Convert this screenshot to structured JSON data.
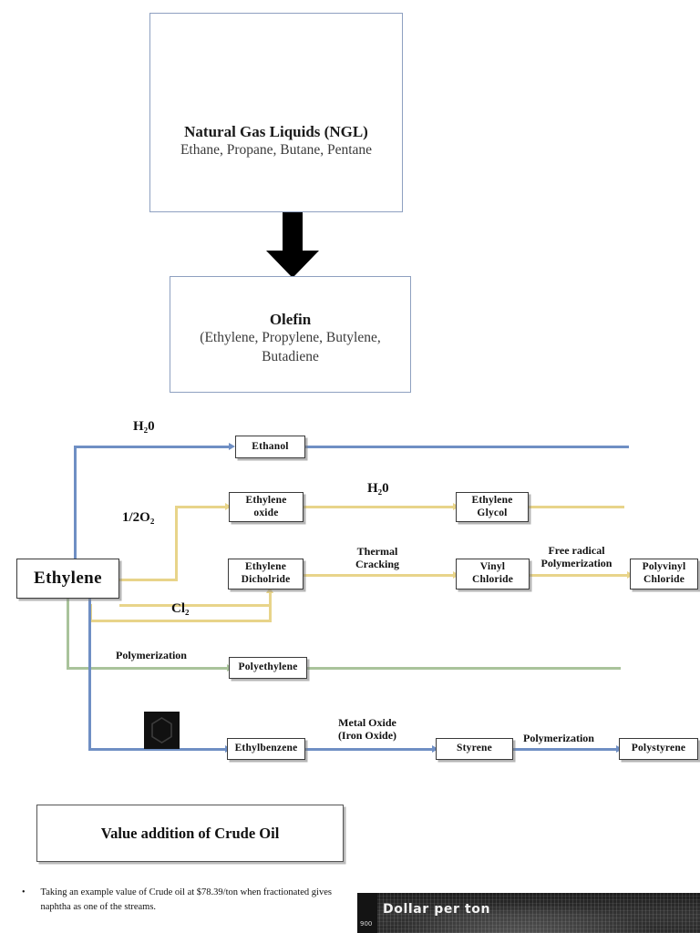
{
  "diagram": {
    "ngl": {
      "title": "Natural Gas Liquids (NGL)",
      "subtitle": "Ethane, Propane, Butane, Pentane"
    },
    "olefin": {
      "title": "Olefin",
      "line1": "(Ethylene, Propylene, Butylene,",
      "line2": "Butadiene"
    },
    "arrow_icon": "down-block-arrow"
  },
  "flowchart": {
    "source": {
      "label": "Ethylene"
    },
    "nodes": {
      "ethanol": "Ethanol",
      "ethylene_oxide": "Ethylene\noxide",
      "ethylene_glycol": "Ethylene\nGlycol",
      "ethylene_dichloride": "Ethylene\nDicholride",
      "vinyl_chloride": "Vinyl\nChloride",
      "polyvinyl_chloride": "Polyvinyl\nChloride",
      "polyethylene": "Polyethylene",
      "ethylbenzene": "Ethylbenzene",
      "styrene": "Styrene",
      "polystyrene": "Polystyrene"
    },
    "reagents": {
      "water_top": "H₂0",
      "half_oxygen": "1/2O₂",
      "water_glycol": "H₂0",
      "chlorine": "Cl₂",
      "thermal_cracking": "Thermal\nCracking",
      "free_radical_polymerization": "Free radical\nPolymerization",
      "polymerization_pe": "Polymerization",
      "metal_oxide": "Metal Oxide\n(Iron Oxide)",
      "polymerization_ps": "Polymerization"
    },
    "benzene_tile_icon": "benzene-ring-icon",
    "colors": {
      "blue": "#6f8fc4",
      "yellow": "#e8d48a",
      "green": "#a9c39b"
    }
  },
  "value_section": {
    "heading": "Value addition of Crude Oil",
    "bullet_marker": "•",
    "bullet_text": "Taking an example value of Crude oil at  $78.39/ton when fractionated gives naphtha as one of the streams."
  },
  "chart_data": {
    "type": "bar",
    "title": "Dollar per ton",
    "categories": [],
    "values": [],
    "ylabel": "",
    "xlabel": "",
    "tick_labels": [
      "900"
    ],
    "ylim": [
      0,
      900
    ],
    "grid": true,
    "legend": "none",
    "first_tick": "900"
  }
}
